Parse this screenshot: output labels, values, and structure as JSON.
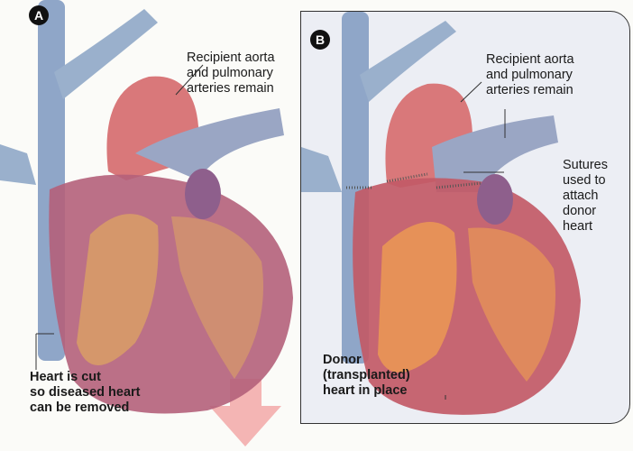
{
  "panel_a": {
    "badge": "A",
    "label_arteries": [
      "Recipient aorta",
      "and pulmonary",
      "arteries remain"
    ],
    "label_cut": [
      "Heart is cut",
      "so diseased heart",
      "can be removed"
    ]
  },
  "panel_b": {
    "badge": "B",
    "label_arteries": [
      "Recipient aorta",
      "and pulmonary",
      "arteries remain"
    ],
    "label_sutures": [
      "Sutures",
      "used to",
      "attach",
      "donor",
      "heart"
    ],
    "label_donor": [
      "Donor",
      "(transplanted)",
      "heart in place"
    ]
  },
  "colors": {
    "vein": "#8fa6c8",
    "aorta": "#d9787a",
    "heart": "#b4607a",
    "fat": "#e0a860",
    "arrow": "#f2a8a8",
    "box": "#eceef4"
  }
}
